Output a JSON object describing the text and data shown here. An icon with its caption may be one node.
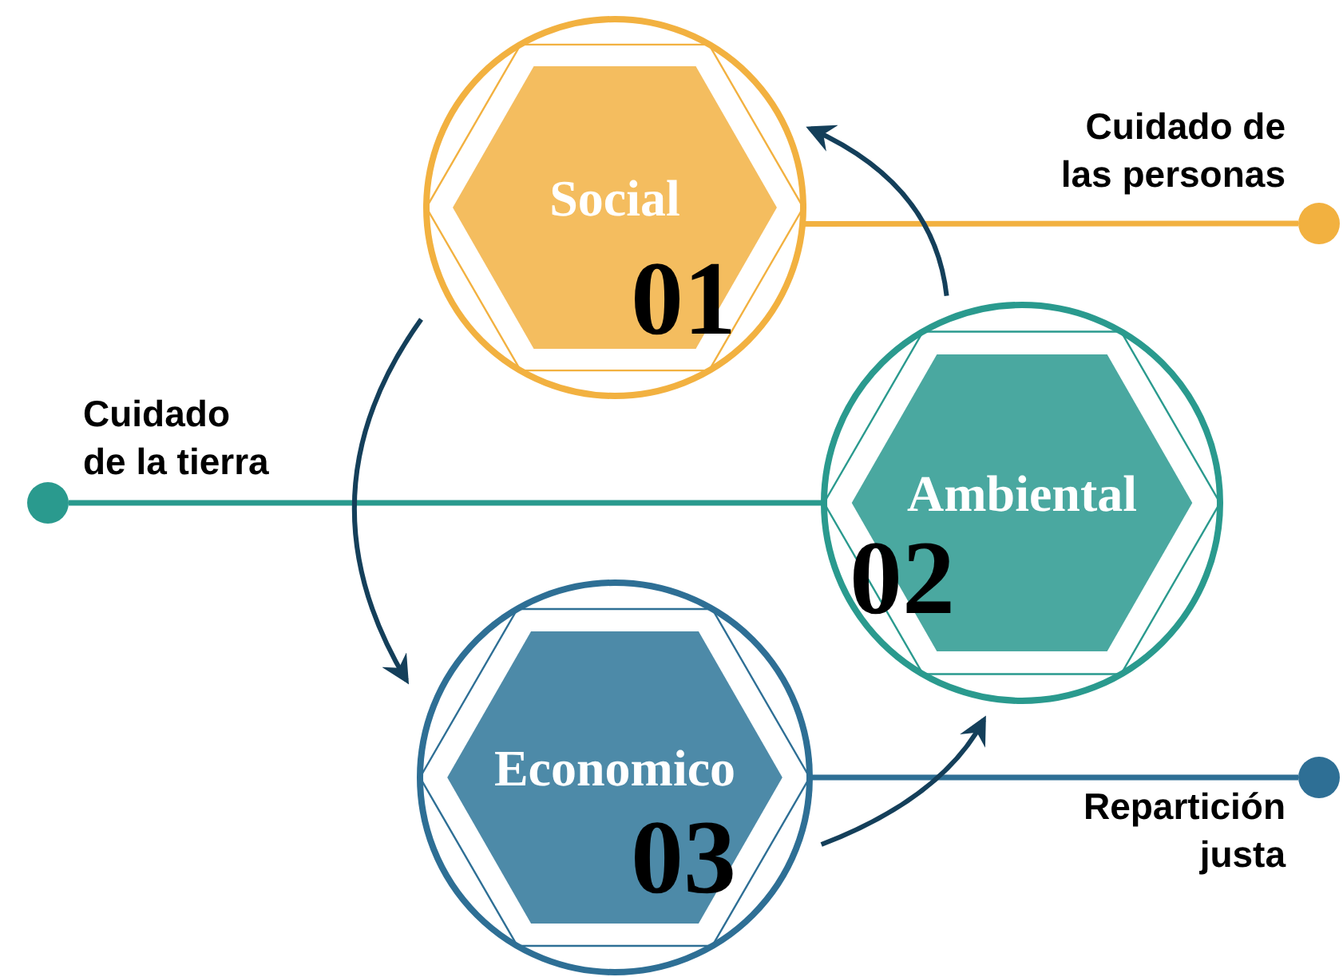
{
  "diagram": {
    "nodes": [
      {
        "text": [
          "Social",
          "01"
        ]
      },
      {
        "text": [
          "Ambiental",
          "02"
        ]
      },
      {
        "text": [
          "Economico",
          "03"
        ]
      },
      {
        "text": [],
        "shape": "circle",
        "beside": [
          "Cuidado de las personas"
        ]
      },
      {
        "text": [],
        "shape": "circle",
        "beside": [
          "Cuidado de la tierra"
        ]
      },
      {
        "text": [],
        "shape": "circle",
        "beside": [
          "Repartición justa"
        ]
      }
    ],
    "edges": [
      {
        "from": 0,
        "to": 3,
        "arrow": "none",
        "color": "#f2b140"
      },
      {
        "from": 1,
        "to": 4,
        "arrow": "none",
        "color": "#2a9a8e"
      },
      {
        "from": 2,
        "to": 5,
        "arrow": "none",
        "color": "#2e6f95"
      },
      {
        "from": 1,
        "to": 0,
        "arrow": "to",
        "color": "#143f5a"
      },
      {
        "from": 0,
        "to": 2,
        "arrow": "to",
        "color": "#143f5a"
      },
      {
        "from": 2,
        "to": 1,
        "arrow": "to",
        "color": "#143f5a"
      }
    ]
  }
}
